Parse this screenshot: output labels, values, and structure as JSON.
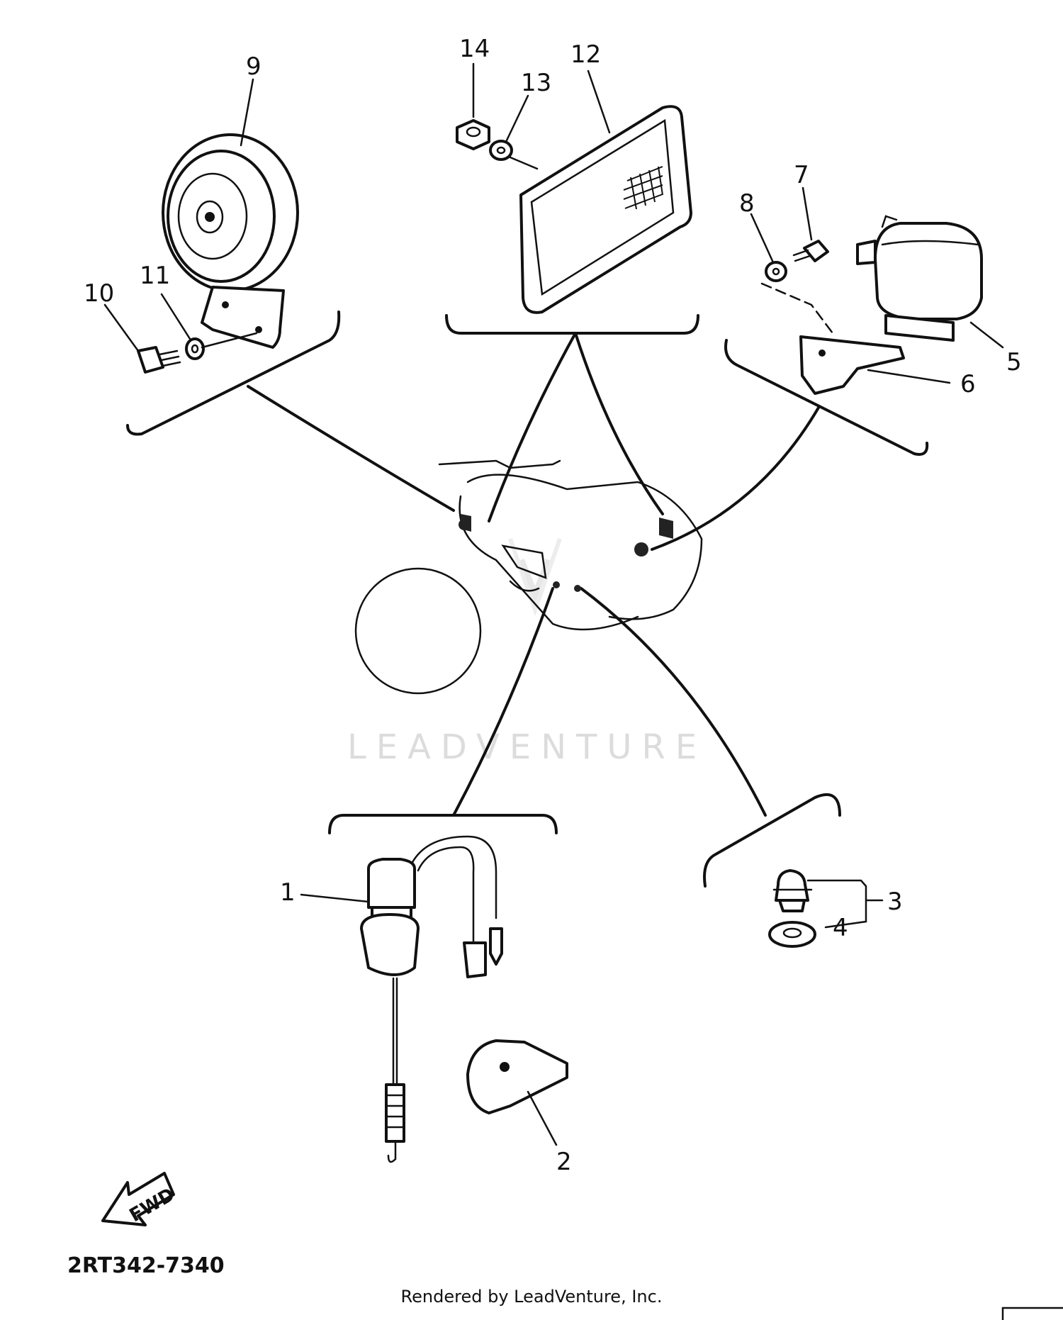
{
  "diagram": {
    "part_code": "2RT342-7340",
    "fwd_label": "FWD",
    "watermark": "LEADVENTURE",
    "footer": "Rendered by LeadVenture, Inc.",
    "callouts": {
      "c1": "1",
      "c2": "2",
      "c3": "3",
      "c4": "4",
      "c5": "5",
      "c6": "6",
      "c7": "7",
      "c8": "8",
      "c9": "9",
      "c10": "10",
      "c11": "11",
      "c12": "12",
      "c13": "13",
      "c14": "14"
    }
  }
}
